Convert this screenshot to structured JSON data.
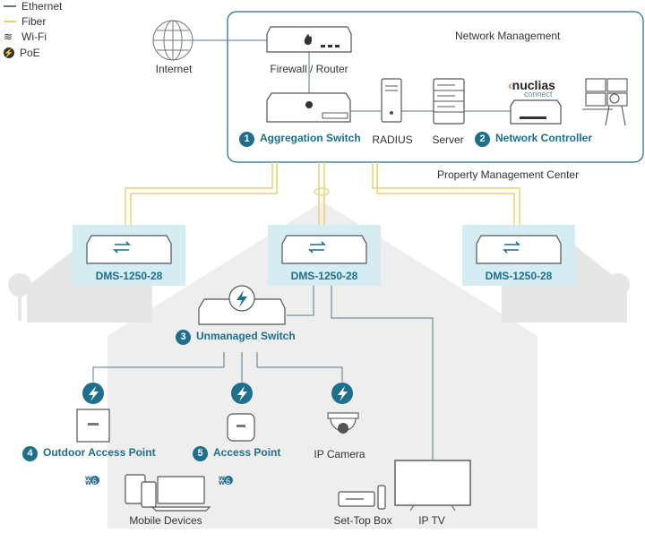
{
  "legend": [
    {
      "label": "Ethernet",
      "color": "#5b7a8a"
    },
    {
      "label": "Fiber",
      "color": "#e8d46a"
    },
    {
      "label": "Wi-Fi",
      "icon": "wifi-icon"
    },
    {
      "label": "PoE",
      "icon": "poe-icon"
    }
  ],
  "network_management": "Network Management",
  "property_center": "Property Management Center",
  "internet": "Internet",
  "firewall": "Firewall / Router",
  "aggregation_switch": {
    "num": "1",
    "label": "Aggregation Switch"
  },
  "radius": "RADIUS",
  "server": "Server",
  "network_controller": {
    "num": "2",
    "label": "Network Controller"
  },
  "nuclias": {
    "brand": "nuclias",
    "sub": "connect"
  },
  "dms": [
    "DMS-1250-28",
    "DMS-1250-28",
    "DMS-1250-28"
  ],
  "unmanaged_switch": {
    "num": "3",
    "label": "Unmanaged Switch"
  },
  "outdoor_ap": {
    "num": "4",
    "label": "Outdoor Access Point"
  },
  "access_point": {
    "num": "5",
    "label": "Access Point"
  },
  "ip_camera": "IP Camera",
  "mobile_devices": "Mobile Devices",
  "set_top_box": "Set-Top Box",
  "ip_tv": "IP TV",
  "colors": {
    "accent": "#1d6f8c",
    "fiber": "#e8d46a",
    "ethernet": "#5b7a8a",
    "panel": "#d6ecf3"
  }
}
